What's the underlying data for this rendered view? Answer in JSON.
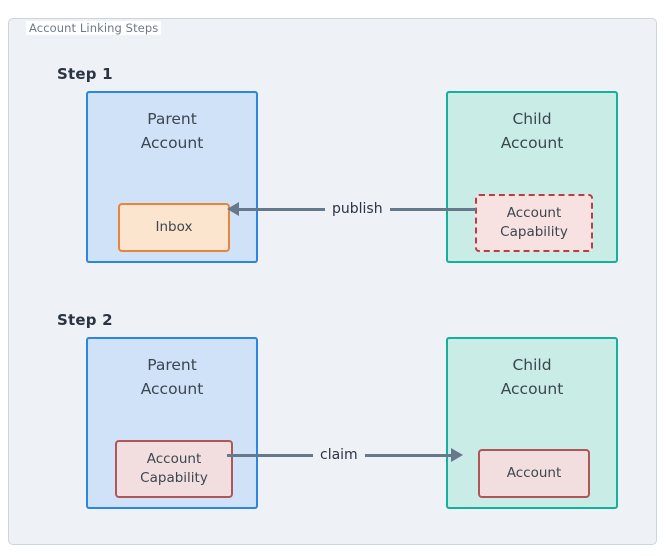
{
  "frame": {
    "legend": "Account Linking Steps"
  },
  "steps": [
    {
      "label": "Step 1",
      "parent": {
        "title": "Parent\nAccount",
        "chip": "Inbox"
      },
      "child": {
        "title": "Child\nAccount",
        "chip": "Account\nCapability"
      },
      "arrow": {
        "label": "publish",
        "direction": "left"
      }
    },
    {
      "label": "Step 2",
      "parent": {
        "title": "Parent\nAccount",
        "chip": "Account\nCapability"
      },
      "child": {
        "title": "Child\nAccount",
        "chip": "Account"
      },
      "arrow": {
        "label": "claim",
        "direction": "right"
      }
    }
  ],
  "colors": {
    "page_background": "#ffffff",
    "frame_background": "#eef2f6",
    "frame_border": "#ccd4de",
    "parent_fill": "#cfe2f8",
    "parent_border": "#2b86e2",
    "child_fill": "#c9ece6",
    "child_border": "#14b09a",
    "inbox_fill": "#fce5ce",
    "inbox_border": "#e9843c",
    "capability_dashed_fill": "#f7e1e1",
    "capability_dashed_border": "#b2414a",
    "capability_solid_fill": "#f2dede",
    "capability_solid_border": "#b0565a",
    "arrow": "#66788c",
    "heading_text": "#2b3442",
    "legend_text": "#6e7a88"
  }
}
